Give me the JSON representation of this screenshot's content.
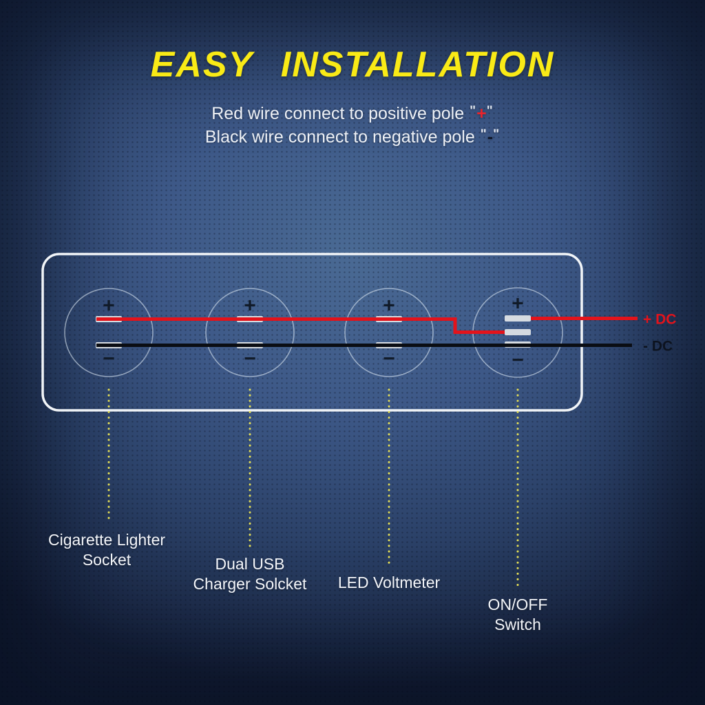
{
  "title": "EASY INSTALLATION",
  "instructions": {
    "positive_text": "Red wire connect to positive pole",
    "positive_sign": "+",
    "negative_text": "Black wire connect to negative pole",
    "negative_sign": "-",
    "quote_mark": "\""
  },
  "wiring": {
    "positive_dc_label": "+ DC",
    "negative_dc_label": "- DC",
    "red_wire_color": "#e3131b",
    "black_wire_color": "#0a0d13",
    "leader_color": "#e4de55",
    "panel_outline_color": "#f2f5f8"
  },
  "terminals": {
    "plus": "+",
    "minus": "−"
  },
  "components": [
    {
      "id": "cigarette-lighter-socket",
      "label_line1": "Cigarette Lighter",
      "label_line2": "Socket"
    },
    {
      "id": "dual-usb-charger-socket",
      "label_line1": "Dual USB",
      "label_line2": "Charger Solcket"
    },
    {
      "id": "led-voltmeter",
      "label_line1": "LED Voltmeter",
      "label_line2": ""
    },
    {
      "id": "on-off-switch",
      "label_line1": "ON/OFF",
      "label_line2": "Switch"
    }
  ]
}
